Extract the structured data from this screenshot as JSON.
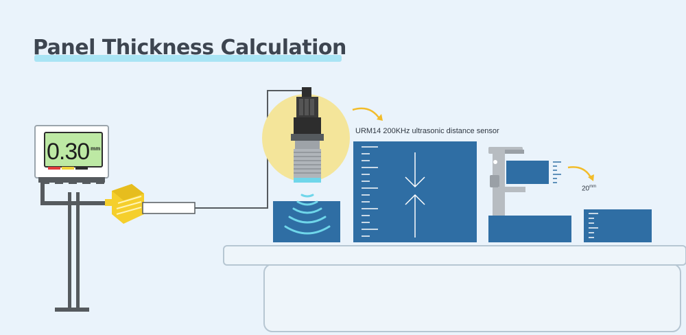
{
  "title": "Panel Thickness Calculation",
  "sensor_label": "URM14 200KHz ultrasonic distance sensor",
  "display": {
    "value": "0.30",
    "unit": "mm"
  },
  "measurement": {
    "value": "20",
    "unit": "mm"
  },
  "colors": {
    "background": "#eaf3fb",
    "panel_blue": "#2f6ea4",
    "sensor_glow": "#f4e59a",
    "connector_yellow": "#f5cf2c",
    "wave_cyan": "#6fd6ea",
    "display_screen": "#bde9a4",
    "table": "#eef5fa"
  },
  "icons": [
    "ultrasonic-sensor-icon",
    "digital-display-icon",
    "caliper-icon",
    "connector-icon",
    "wave-icon",
    "arrow-icon"
  ]
}
